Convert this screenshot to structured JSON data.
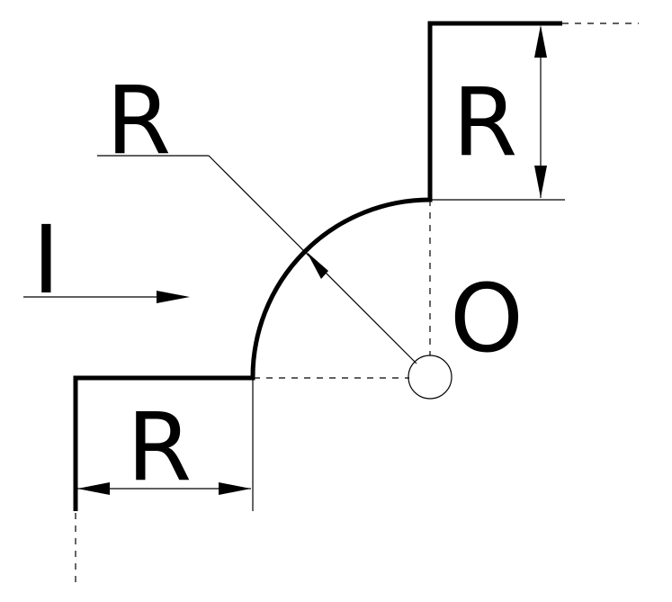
{
  "labels": {
    "radius_leader": "R",
    "radius_top_right": "R",
    "radius_bottom_left": "R",
    "current_symbol": "I",
    "center_point": "O"
  },
  "colors": {
    "stroke": "#000000",
    "background": "#ffffff"
  }
}
